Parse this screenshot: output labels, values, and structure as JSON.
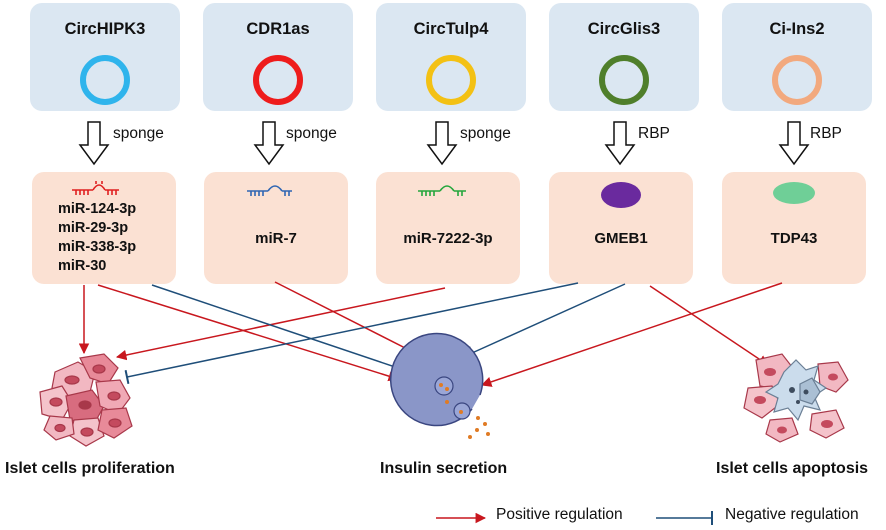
{
  "circrnas": [
    {
      "name": "CircHIPK3",
      "ring_color": "#2fb4ec",
      "relation": "sponge"
    },
    {
      "name": "CDR1as",
      "ring_color": "#ee1c1c",
      "relation": "sponge"
    },
    {
      "name": "CircTulp4",
      "ring_color": "#f3c114",
      "relation": "sponge"
    },
    {
      "name": "CircGlis3",
      "ring_color": "#4f7f2b",
      "relation": "RBP"
    },
    {
      "name": "Ci-Ins2",
      "ring_color": "#f2a97e",
      "relation": "RBP"
    }
  ],
  "targets": [
    {
      "mirnas": [
        "miR-124-3p",
        "miR-29-3p",
        "miR-338-3p",
        "miR-30"
      ],
      "icon": "mirna-hairpin-icon",
      "icon_color": "#e02020"
    },
    {
      "label": "miR-7",
      "icon": "mirna-hairpin-icon",
      "icon_color": "#2f66b3"
    },
    {
      "label": "miR-7222-3p",
      "icon": "mirna-hairpin-icon",
      "icon_color": "#24a63c"
    },
    {
      "label": "GMEB1",
      "icon": "protein-oval-icon",
      "icon_color": "#6a2a9e"
    },
    {
      "label": "TDP43",
      "icon": "protein-oval-icon",
      "icon_color": "#6fcf97"
    }
  ],
  "outcomes": {
    "proliferation": "Islet cells proliferation",
    "secretion": "Insulin secretion",
    "apoptosis": "Islet cells apoptosis"
  },
  "legend": {
    "positive": {
      "label": "Positive regulation",
      "color": "#c8171e"
    },
    "negative": {
      "label": "Negative regulation",
      "color": "#1f4e79"
    }
  }
}
